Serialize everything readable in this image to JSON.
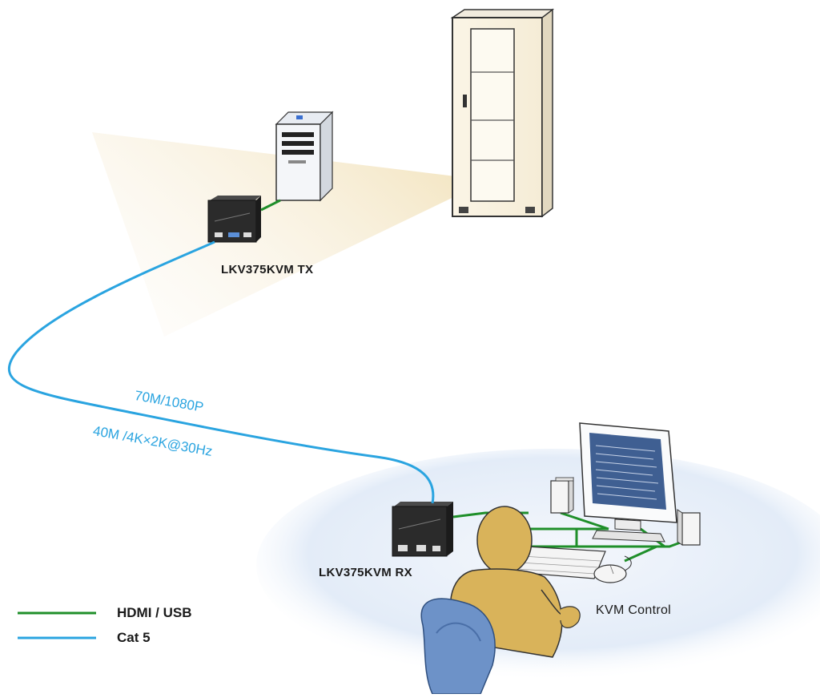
{
  "devices": {
    "tx_label": "LKV375KVM TX",
    "rx_label": "LKV375KVM RX",
    "kvm_label": "KVM Control"
  },
  "cable": {
    "speed_1080p": "70M/1080P",
    "speed_4k": "40M /4K×2K@30Hz"
  },
  "legend": {
    "items": [
      {
        "label": "HDMI / USB",
        "color": "#1f8f2a"
      },
      {
        "label": "Cat 5",
        "color": "#2aa4e0"
      }
    ]
  },
  "colors": {
    "hdmi_usb": "#1f8f2a",
    "cat5": "#2aa4e0",
    "person_skin": "#d9b35a",
    "chair": "#6d92c8",
    "floor": "#e9f0fa",
    "light_beam": "#f7ecd2",
    "device_body": "#2b2b2b"
  }
}
